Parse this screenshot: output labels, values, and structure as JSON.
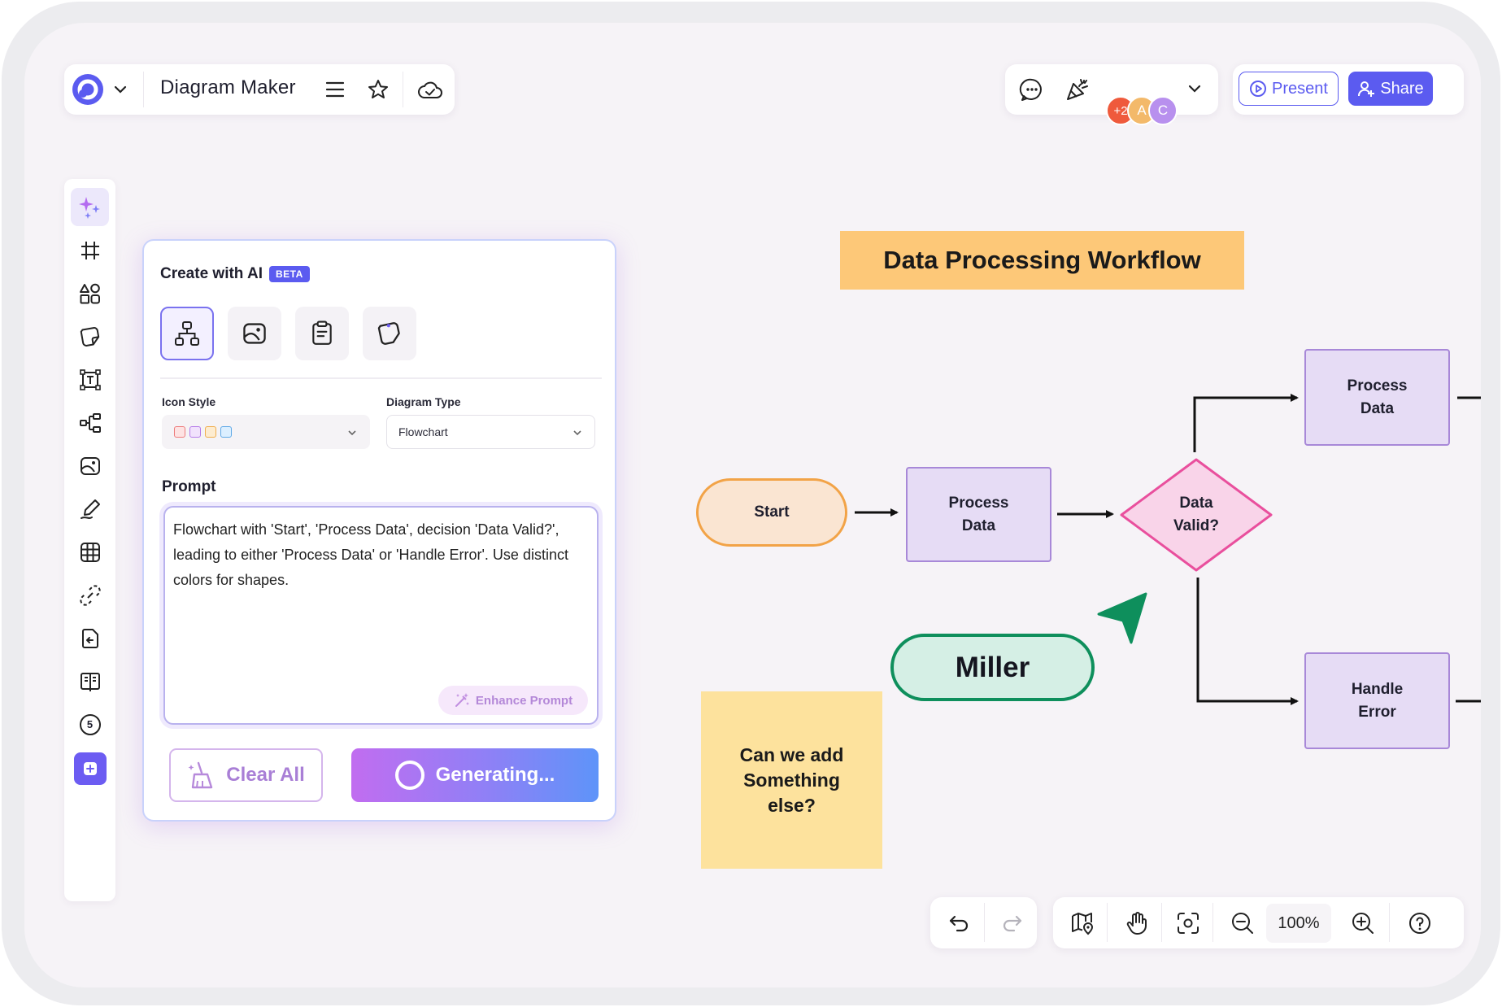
{
  "app": {
    "title": "Diagram Maker",
    "collab_extra": "+2",
    "avatars": [
      {
        "letter": "A",
        "color": "#f3b96a"
      },
      {
        "letter": "C",
        "color": "#b890ee"
      }
    ],
    "collab_extra_color": "#ef5a3c",
    "present_label": "Present",
    "share_label": "Share",
    "accent": "#5b5bf0"
  },
  "panel": {
    "title": "Create with AI",
    "badge": "BETA",
    "icon_style_label": "Icon Style",
    "icon_style_swatches": [
      "#f6b8b8",
      "#d9b8f3",
      "#f6cf8e",
      "#a8d4f5"
    ],
    "diagram_type_label": "Diagram Type",
    "diagram_type_value": "Flowchart",
    "prompt_label": "Prompt",
    "prompt_text": "Flowchart with 'Start', 'Process Data', decision 'Data Valid?', leading to either 'Process Data' or 'Handle Error'. Use distinct colors for shapes.",
    "enhance_label": "Enhance Prompt",
    "clear_label": "Clear All",
    "generate_label": "Generating..."
  },
  "canvas": {
    "title": "Data Processing Workflow",
    "start": "Start",
    "process_a_line1": "Process",
    "process_a_line2": "Data",
    "decision_line1": "Data",
    "decision_line2": "Valid?",
    "process_b_line1": "Process",
    "process_b_line2": "Data",
    "error_line1": "Handle",
    "error_line2": "Error",
    "miller": "Miller",
    "sticky_line1": "Can we add",
    "sticky_line2": "Something",
    "sticky_line3": "else?",
    "cursor_color": "#0e8f5c"
  },
  "sidebar": {
    "badge_count": "5"
  },
  "zoom": {
    "level": "100%"
  }
}
